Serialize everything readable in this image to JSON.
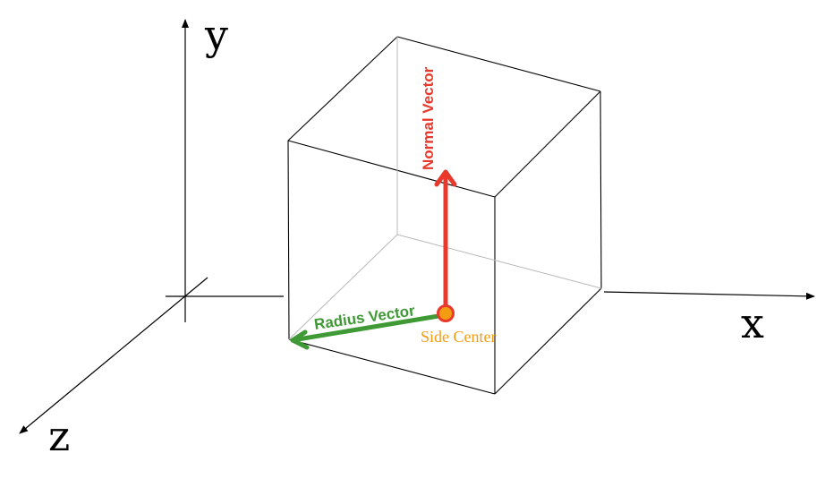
{
  "axes": {
    "y_label": "y",
    "x_label": "x",
    "z_label": "z"
  },
  "annotations": {
    "normal_vector": "Normal Vector",
    "radius_vector": "Radius Vector",
    "side_center": "Side Center"
  },
  "colors": {
    "normal_vector": "#e8392c",
    "radius_vector": "#3f9a36",
    "side_center": "#f39c12",
    "edges": "#000000"
  }
}
